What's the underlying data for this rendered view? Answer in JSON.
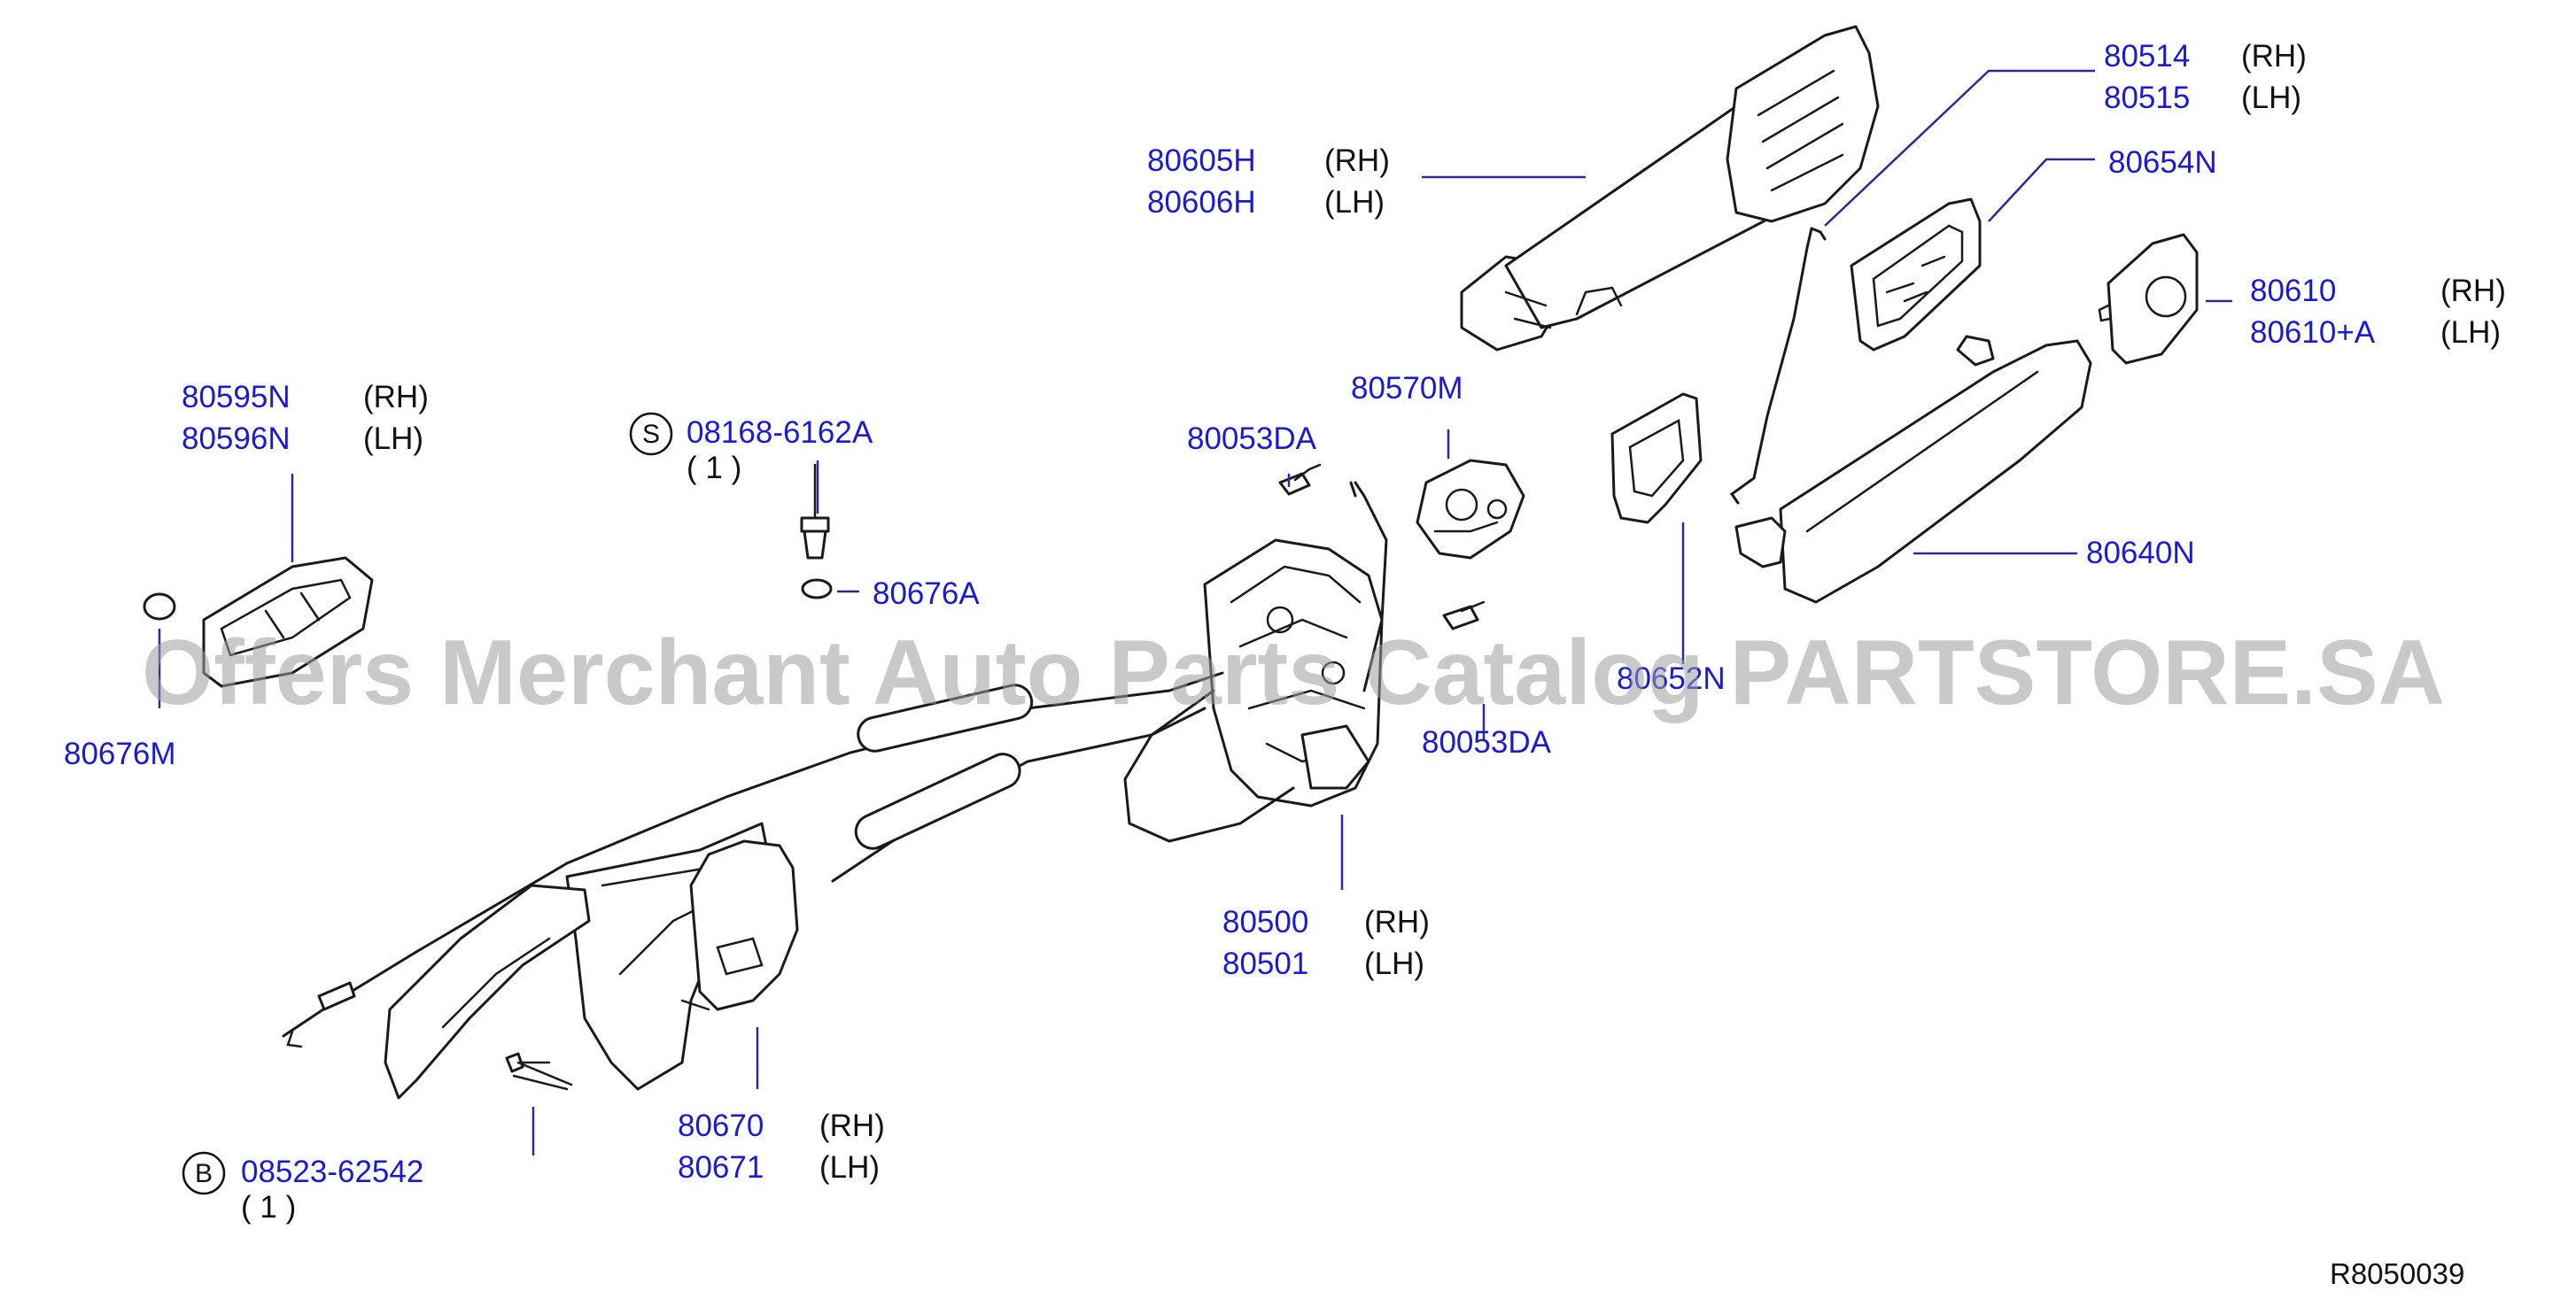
{
  "diagram": {
    "callouts": [
      {
        "part": "80514",
        "side": "(RH)"
      },
      {
        "part": "80515",
        "side": "(LH)"
      },
      {
        "part": "80605H",
        "side": "(RH)"
      },
      {
        "part": "80606H",
        "side": "(LH)"
      },
      {
        "part": "80654N",
        "side": ""
      },
      {
        "part": "80610",
        "side": "(RH)"
      },
      {
        "part": "80610+A",
        "side": "(LH)"
      },
      {
        "part": "80570M",
        "side": ""
      },
      {
        "part": "80053DA",
        "side": ""
      },
      {
        "part": "80053DA",
        "side": ""
      },
      {
        "part": "80595N",
        "side": "(RH)"
      },
      {
        "part": "80596N",
        "side": "(LH)"
      },
      {
        "part": "08168-6162A",
        "side": ""
      },
      {
        "part": "80676A",
        "side": ""
      },
      {
        "part": "80676M",
        "side": ""
      },
      {
        "part": "80640N",
        "side": ""
      },
      {
        "part": "80652N",
        "side": ""
      },
      {
        "part": "80500",
        "side": "(RH)"
      },
      {
        "part": "80501",
        "side": "(LH)"
      },
      {
        "part": "80670",
        "side": "(RH)"
      },
      {
        "part": "80671",
        "side": "(LH)"
      },
      {
        "part": "08523-62542",
        "side": ""
      }
    ],
    "fastener_marks": [
      {
        "symbol": "S",
        "qty": "( 1 )"
      },
      {
        "symbol": "B",
        "qty": "( 1 )"
      }
    ],
    "diagram_ref": "R8050039",
    "watermark": "Offers Merchant Auto Parts Catalog PARTSTORE.SA"
  }
}
